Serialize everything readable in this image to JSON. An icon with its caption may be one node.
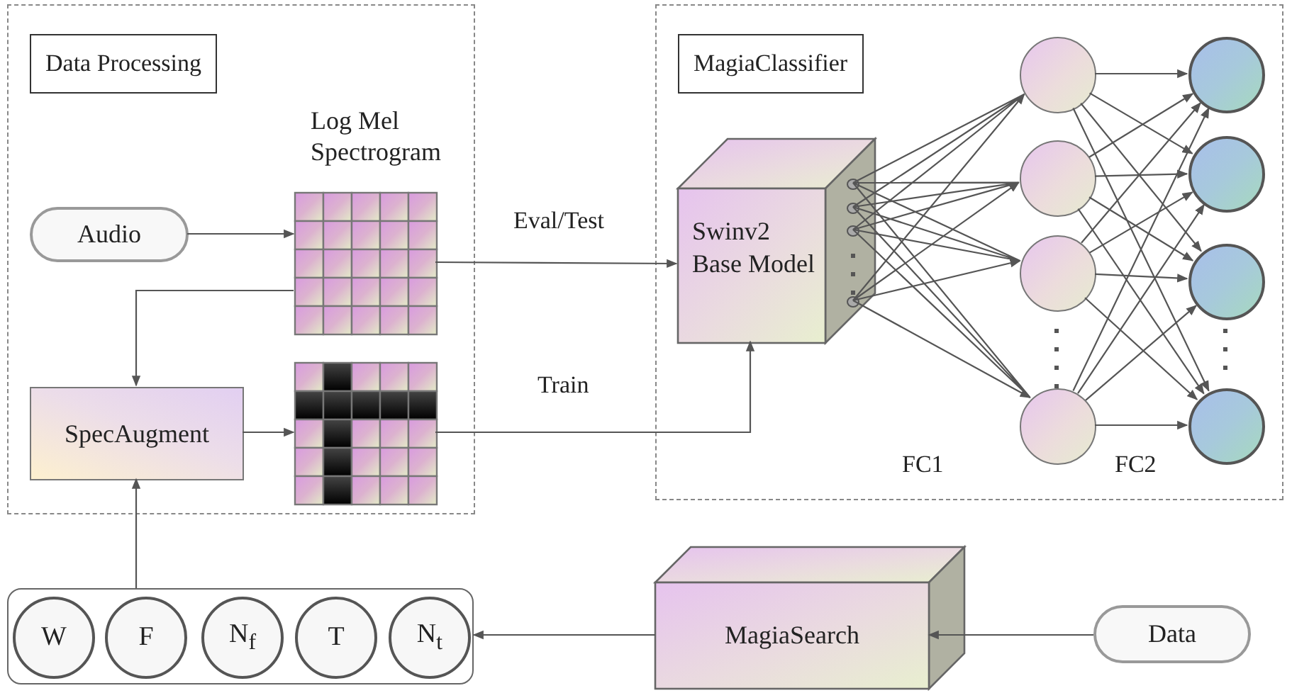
{
  "diagram": {
    "nodes": [
      {
        "text": [
          "Data Processing"
        ]
      },
      {
        "text": [
          "Audio"
        ],
        "in": 0
      },
      {
        "text": [
          "Log Mel Spectrogram"
        ],
        "in": 0
      },
      {
        "text": [
          "SpecAugment"
        ],
        "in": 0
      },
      {
        "text": [],
        "shape": "picture",
        "in": 0
      },
      {
        "text": [
          "MagiaClassifier"
        ]
      },
      {
        "text": [
          "Swinv2 Base Model"
        ],
        "in": 5
      },
      {
        "text": [],
        "shape": "circle",
        "in": 5
      },
      {
        "text": [],
        "shape": "circle",
        "in": 5
      },
      {
        "text": [],
        "shape": "circle",
        "in": 5
      },
      {
        "text": [],
        "shape": "circle",
        "in": 5
      },
      {
        "text": [],
        "shape": "circle",
        "in": 5
      },
      {
        "text": [],
        "shape": "circle",
        "in": 5
      },
      {
        "text": [],
        "shape": "circle",
        "in": 5
      },
      {
        "text": [],
        "shape": "circle",
        "in": 5
      },
      {
        "text": [],
        "shape": "box"
      },
      {
        "text": [
          "W"
        ],
        "in": 15
      },
      {
        "text": [
          "F"
        ],
        "in": 15
      },
      {
        "text": [
          "N$_{f}$"
        ],
        "in": 15
      },
      {
        "text": [
          "T"
        ],
        "in": 15
      },
      {
        "text": [
          "N$_{t}$"
        ],
        "in": 15
      },
      {
        "text": [
          "MagiaSearch"
        ]
      },
      {
        "text": [
          "Data"
        ]
      }
    ],
    "edges": [
      {
        "from": 1,
        "to": 2,
        "arrow": "to"
      },
      {
        "from": 2,
        "to": 3,
        "arrow": "to"
      },
      {
        "from": 3,
        "to": 4,
        "arrow": "to"
      },
      {
        "from": 2,
        "to": 6,
        "arrow": "to",
        "label": "Eval/Test"
      },
      {
        "from": 4,
        "to": 6,
        "arrow": "to",
        "label": "Train"
      },
      {
        "from": 6,
        "to": 7,
        "arrow": "to"
      },
      {
        "from": 6,
        "to": 8,
        "arrow": "to"
      },
      {
        "from": 6,
        "to": 9,
        "arrow": "to"
      },
      {
        "from": 6,
        "to": 10,
        "arrow": "to"
      },
      {
        "from": 7,
        "to": 11,
        "arrow": "to"
      },
      {
        "from": 7,
        "to": 12,
        "arrow": "to"
      },
      {
        "from": 7,
        "to": 13,
        "arrow": "to"
      },
      {
        "from": 7,
        "to": 14,
        "arrow": "to"
      },
      {
        "from": 8,
        "to": 11,
        "arrow": "to"
      },
      {
        "from": 8,
        "to": 12,
        "arrow": "to"
      },
      {
        "from": 8,
        "to": 13,
        "arrow": "to"
      },
      {
        "from": 8,
        "to": 14,
        "arrow": "to"
      },
      {
        "from": 9,
        "to": 11,
        "arrow": "to"
      },
      {
        "from": 9,
        "to": 12,
        "arrow": "to"
      },
      {
        "from": 9,
        "to": 13,
        "arrow": "to"
      },
      {
        "from": 9,
        "to": 14,
        "arrow": "to"
      },
      {
        "from": 10,
        "to": 11,
        "arrow": "to"
      },
      {
        "from": 10,
        "to": 12,
        "arrow": "to"
      },
      {
        "from": 10,
        "to": 13,
        "arrow": "to"
      },
      {
        "from": 10,
        "to": 14,
        "arrow": "to"
      },
      {
        "from": 15,
        "to": 3,
        "arrow": "to"
      },
      {
        "from": 21,
        "to": 15,
        "arrow": "to"
      },
      {
        "from": 22,
        "to": 21,
        "arrow": "to"
      }
    ],
    "labels": [
      "FC1",
      "FC2"
    ]
  }
}
